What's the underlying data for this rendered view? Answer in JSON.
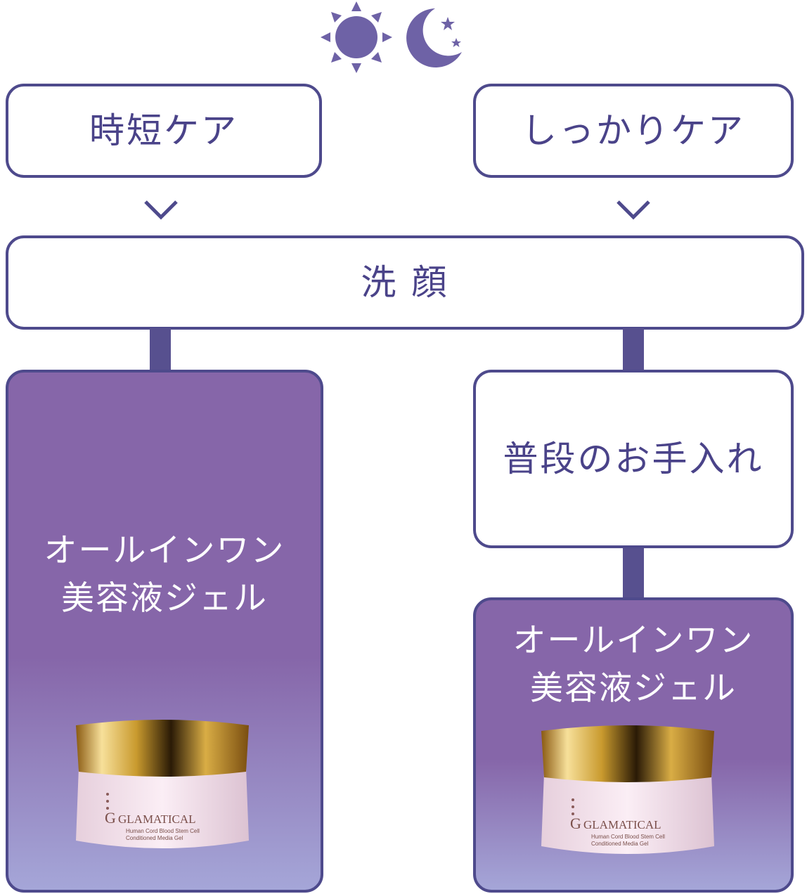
{
  "icons": {
    "sun": "sun-icon",
    "moon": "moon-stars-icon"
  },
  "top_left": {
    "label": "時短ケア"
  },
  "top_right": {
    "label": "しっかりケア"
  },
  "wash": {
    "label": "洗 顔"
  },
  "left_product": {
    "line1": "オールインワン",
    "line2": "美容液ジェル"
  },
  "routine": {
    "label": "普段のお手入れ"
  },
  "right_product": {
    "line1": "オールインワン",
    "line2": "美容液ジェル"
  },
  "jar": {
    "brand": "GLAMATICAL",
    "sub1": "Human Cord Blood Stem Cell",
    "sub2": "Conditioned Media Gel"
  },
  "colors": {
    "accent": "#4e4a8c",
    "product_bg": "#8666a9",
    "gold": "#c99a2e"
  }
}
